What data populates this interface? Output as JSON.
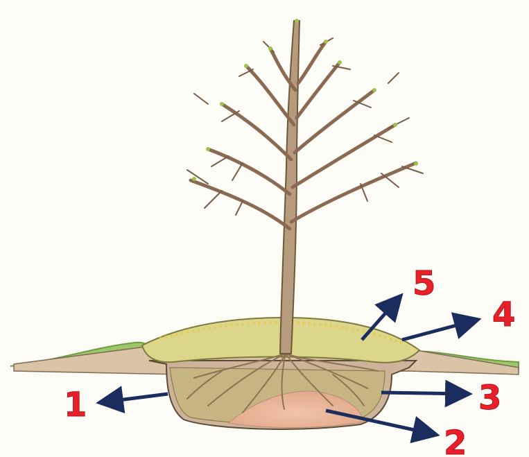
{
  "labels": {
    "l1": "1",
    "l2": "2",
    "l3": "3",
    "l4": "4",
    "l5": "5"
  },
  "colors": {
    "label": "#e8202a",
    "arrow": "#1a2d5e",
    "grass": "#8bbf5a",
    "soil_wall": "#cdb89a",
    "backfill": "#c9b88a",
    "hole_base": "#e9b69c",
    "mulch_mound": "#d7d27d",
    "branch": "#8a6a52"
  }
}
